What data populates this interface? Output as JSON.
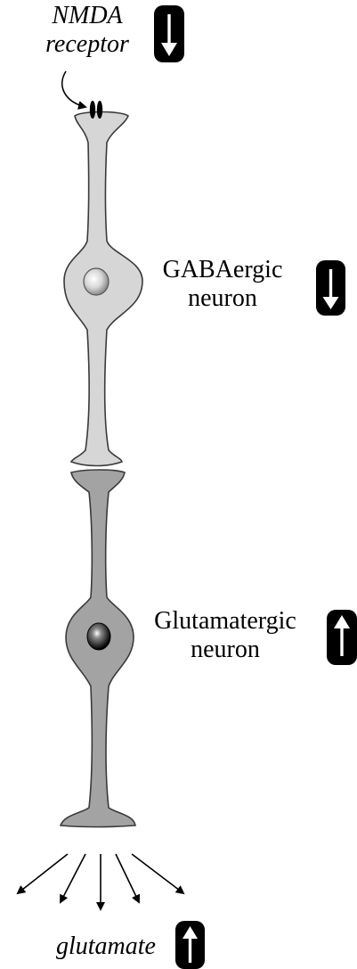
{
  "labels": {
    "nmda_line1": "NMDA",
    "nmda_line2": "receptor",
    "gaba_line1": "GABAergic",
    "gaba_line2": "neuron",
    "glut_line1": "Glutamatergic",
    "glut_line2": "neuron",
    "glutamate": "glutamate"
  },
  "indicators": {
    "nmda": "down",
    "gabaergic": "down",
    "glutamatergic": "up",
    "glutamate": "up"
  },
  "colors": {
    "gaba_neuron_fill": "#d6d6d6",
    "glut_neuron_fill": "#a3a3a3",
    "outline": "#3a3a3a",
    "indicator_bg": "#000000",
    "indicator_arrow": "#ffffff"
  }
}
